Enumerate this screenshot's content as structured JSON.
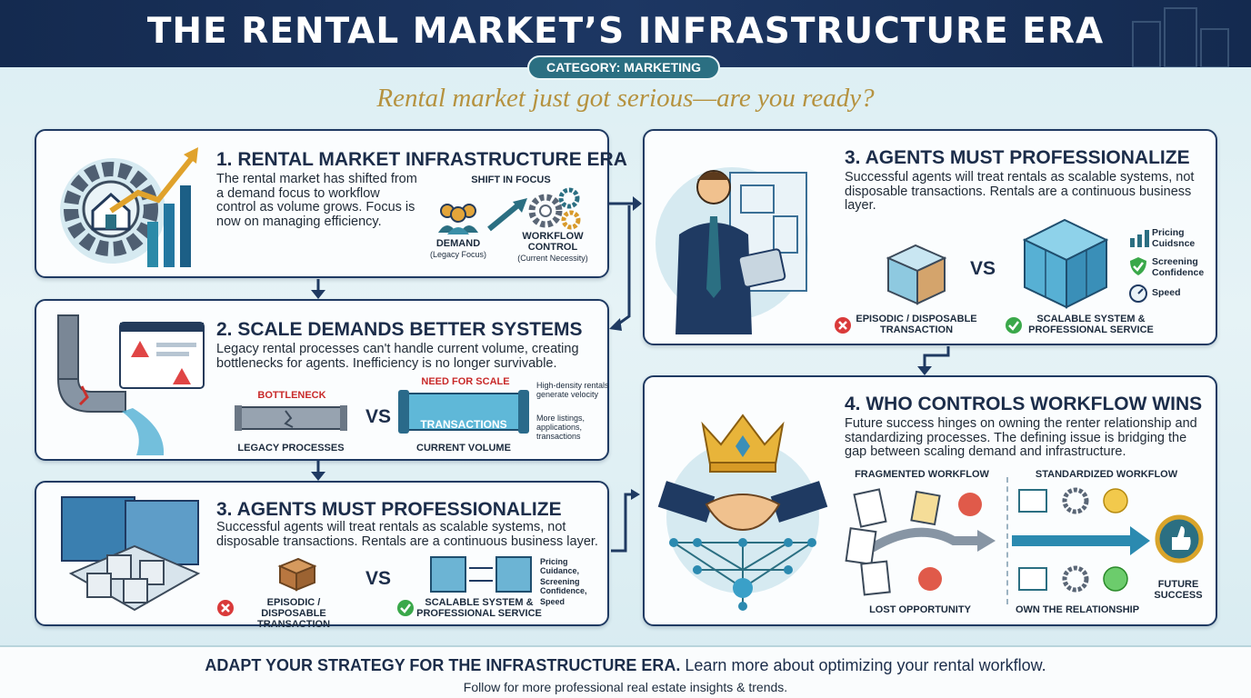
{
  "header": {
    "title": "THE RENTAL MARKET’S INFRASTRUCTURE ERA",
    "category": "CATEGORY: MARKETING"
  },
  "tagline": "Rental market just got serious—are you ready?",
  "panel1": {
    "title": "1. RENTAL MARKET INFRASTRUCTURE ERA",
    "body": "The rental market has shifted from a demand focus to workflow control as volume grows. Focus is now on managing efficiency.",
    "shift_label": "SHIFT IN FOCUS",
    "demand_label": "DEMAND",
    "demand_sub": "(Legacy Focus)",
    "workflow_label": "WORKFLOW CONTROL",
    "workflow_sub": "(Current Necessity)"
  },
  "panel2": {
    "title": "2. SCALE DEMANDS BETTER SYSTEMS",
    "body": "Legacy rental processes can't handle current volume, creating bottlenecks for agents. Inefficiency is no longer survivable.",
    "bottleneck": "BOTTLENECK",
    "need_for_scale": "NEED FOR SCALE",
    "transactions": "TRANSACTIONS",
    "vs": "VS",
    "legacy_label": "LEGACY PROCESSES",
    "current_label": "CURRENT VOLUME",
    "bullet1": "High-density rentals generate velocity",
    "bullet2": "More listings, applications, transactions"
  },
  "panel3a": {
    "title": "3. AGENTS MUST PROFESSIONALIZE",
    "body": "Successful agents will treat rentals as scalable systems, not disposable transactions. Rentals are a continuous business layer.",
    "vs": "VS",
    "episodic": "EPISODIC / DISPOSABLE TRANSACTION",
    "scalable": "SCALABLE SYSTEM & PROFESSIONAL SERVICE",
    "item1": "Pricing Cuidsnce",
    "item2": "Screening Confidence",
    "item3": "Speed"
  },
  "panel3b": {
    "title": "3. AGENTS MUST PROFESSIONALIZE",
    "body": "Successful agents will treat rentals as scalable systems, not disposable transactions. Rentals are a continuous business layer.",
    "vs": "VS",
    "episodic": "EPISODIC / DISPOSABLE TRANSACTION",
    "scalable": "SCALABLE SYSTEM & PROFESSIONAL SERVICE",
    "item1": "Pricing Cuidance,",
    "item2": "Screening Confidence,",
    "item3": "Speed"
  },
  "panel4": {
    "title": "4. WHO CONTROLS WORKFLOW WINS",
    "body": "Future success hinges on owning the renter relationship and standardizing processes. The defining issue is bridging the gap between scaling demand and infrastructure.",
    "fragmented": "FRAGMENTED WORKFLOW",
    "standardized": "STANDARDIZED WORKFLOW",
    "lost": "LOST OPPORTUNITY",
    "own": "OWN THE RELATIONSHIP",
    "future": "FUTURE SUCCESS"
  },
  "footer": {
    "bold": "ADAPT YOUR STRATEGY FOR THE INFRASTRUCTURE ERA.",
    "rest": " Learn more about optimizing your rental workflow.",
    "line2": "Follow for more professional real estate insights & trends."
  },
  "colors": {
    "navy": "#1f3a62",
    "teal": "#2b6f82",
    "gold": "#b5923f",
    "red": "#c92a2a",
    "green": "#3aa84a"
  }
}
